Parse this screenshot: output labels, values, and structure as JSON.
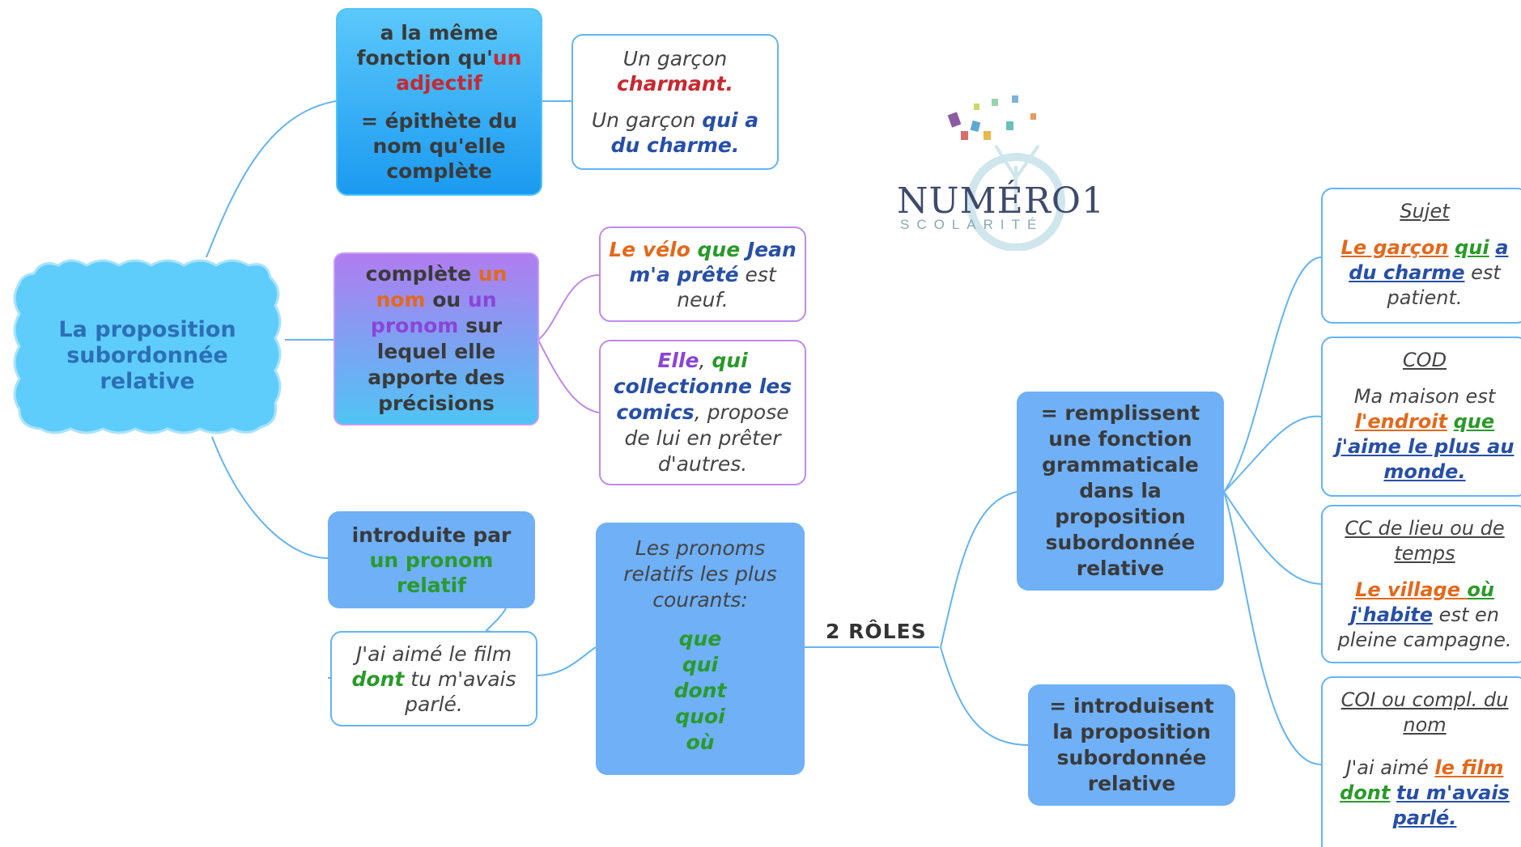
{
  "root": {
    "title": "La proposition subordonnée relative"
  },
  "function_node": {
    "line1": "a la même fonction qu'",
    "line1_colored": "un adjectif",
    "line2": "= épithète du nom qu'elle complète"
  },
  "function_example": {
    "line1": "Un garçon",
    "line1_colored": "charmant.",
    "line2": "Un garçon",
    "line2_colored": "qui a du charme."
  },
  "complement_node": {
    "part1": "complète ",
    "un_nom": "un nom",
    "ou": " ou ",
    "un_pronom": "un pronom",
    "rest": " sur lequel elle apporte des précisions"
  },
  "complement_example1": {
    "w1": "Le vélo ",
    "w2": "que ",
    "w3": "Jean m'a prêté",
    "w4": " est neuf."
  },
  "complement_example2": {
    "w1": "Elle",
    "w2": ", ",
    "w3": "qui",
    "w4": " collectionne les comics",
    "w5": ", propose de lui en prêter d'autres."
  },
  "introduced_node": {
    "line1": "introduite par",
    "line2": "un pronom relatif"
  },
  "introduced_example": {
    "w1": "J'ai aimé le film ",
    "w2": "dont",
    "w3": " tu m'avais parlé."
  },
  "pronouns_node": {
    "title": "Les pronoms relatifs les plus courants:",
    "items": [
      "que",
      "qui",
      "dont",
      "quoi",
      "où"
    ]
  },
  "roles_label": "2 RÔLES",
  "role1": {
    "text": "= remplissent une fonction grammaticale dans la proposition subordonnée relative"
  },
  "role2": {
    "text": "= introduisent la proposition subordonnée relative"
  },
  "examples": [
    {
      "heading": "Sujet",
      "parts": [
        {
          "t": "Le garçon",
          "c": "orange"
        },
        {
          "t": " "
        },
        {
          "t": "qui",
          "c": "green"
        },
        {
          "t": " "
        },
        {
          "t": "a du charme",
          "c": "blue"
        },
        {
          "t": " est patient.",
          "c": "plain"
        }
      ]
    },
    {
      "heading": "COD",
      "parts": [
        {
          "t": "Ma maison est ",
          "c": "plain"
        },
        {
          "t": "l'endroit",
          "c": "orange"
        },
        {
          "t": "  "
        },
        {
          "t": "que",
          "c": "green"
        },
        {
          "t": " "
        },
        {
          "t": "j'aime le plus au monde.",
          "c": "blue"
        }
      ]
    },
    {
      "heading": "CC de lieu ou de temps",
      "parts": [
        {
          "t": "Le village ",
          "c": "orange"
        },
        {
          "t": "où",
          "c": "green"
        },
        {
          "t": " "
        },
        {
          "t": "j'habite",
          "c": "blue"
        },
        {
          "t": " est en pleine campagne.",
          "c": "plain"
        }
      ]
    },
    {
      "heading": "COI ou compl. du nom",
      "parts": [
        {
          "t": "J'ai aimé ",
          "c": "plain"
        },
        {
          "t": "le film",
          "c": "orange"
        },
        {
          "t": " "
        },
        {
          "t": "dont",
          "c": "green"
        },
        {
          "t": " "
        },
        {
          "t": "tu m'avais parlé.",
          "c": "blue"
        }
      ]
    }
  ],
  "logo": {
    "name": "NUMÉRO1",
    "sub": "SCOLARITÉ"
  },
  "colors": {
    "link": "#63b4f5",
    "link_purple": "#c08ae8",
    "orange": "#e4681b",
    "green": "#2a9a2a",
    "blue": "#274fa8",
    "red": "#c8282f",
    "purple": "#8a45d8"
  }
}
